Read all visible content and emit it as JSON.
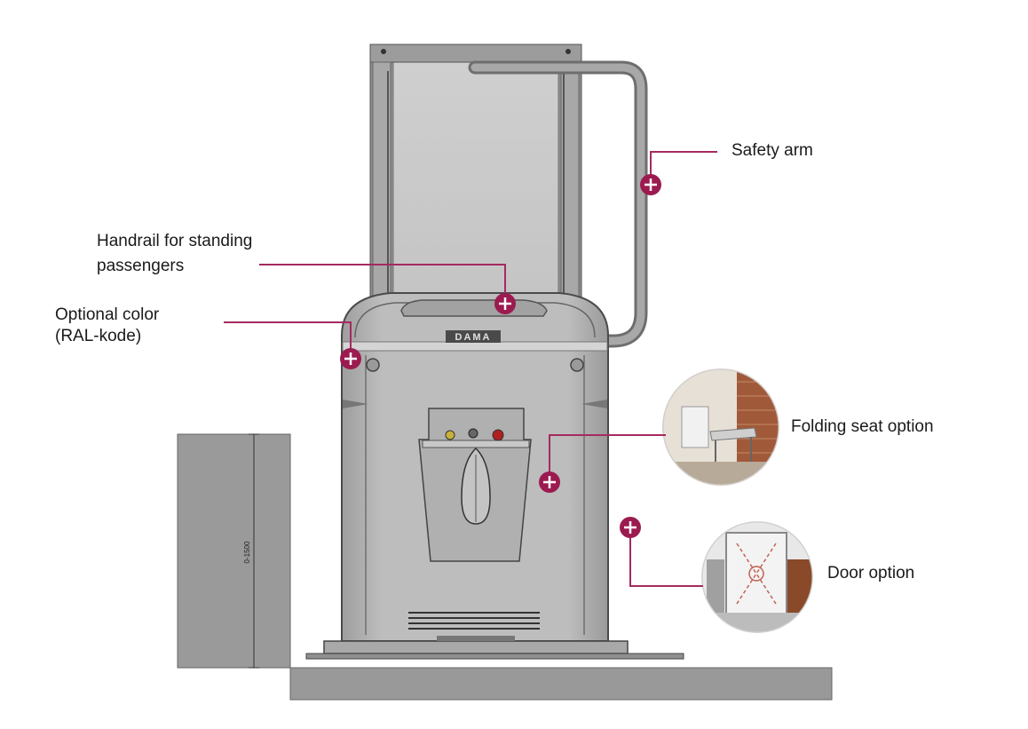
{
  "labels": {
    "safety_arm": "Safety arm",
    "handrail_line1": "Handrail for standing",
    "handrail_line2": "passengers",
    "optional_color_line1": "Optional color",
    "optional_color_line2": "(RAL-kode)",
    "folding_seat": "Folding seat option",
    "door": "Door option"
  },
  "brand_plate": "DAMA",
  "dimension_label": "0-1500",
  "colors": {
    "hotspot": "#9b1b50",
    "leader": "#a52a60",
    "lift_body": "#b9b9b9",
    "lift_outline": "#555555",
    "wall": "#999999"
  },
  "icons": {
    "hotspot": "plus-circle-icon"
  }
}
